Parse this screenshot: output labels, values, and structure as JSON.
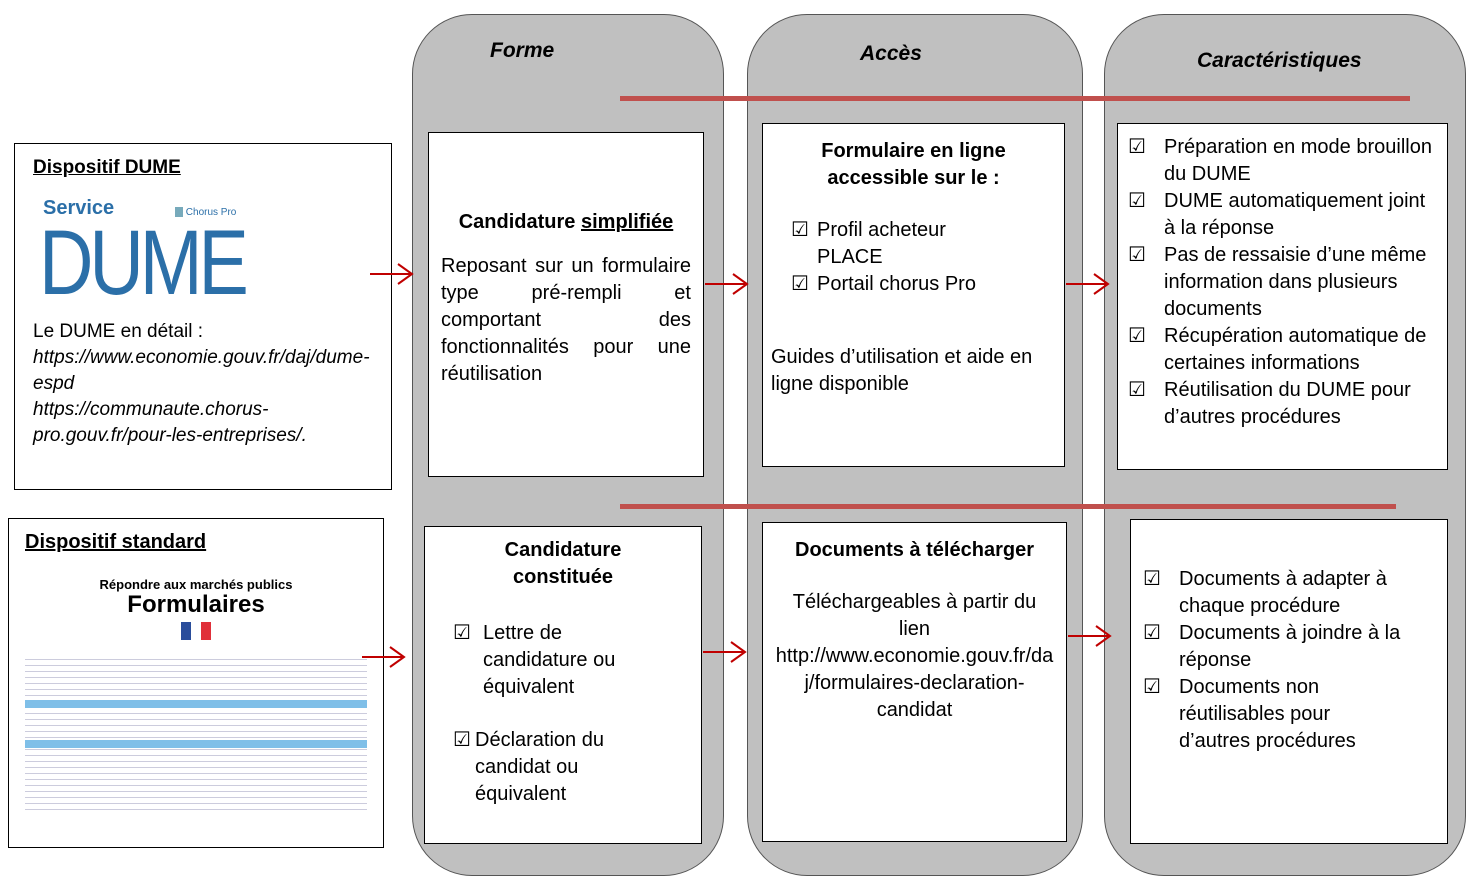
{
  "columns": {
    "forme": "Forme",
    "acces": "Accès",
    "caracteristiques": "Caractéristiques"
  },
  "dume": {
    "title": "Dispositif DUME",
    "logo_service": "Service",
    "logo_chorus": "Chorus Pro",
    "logo_dume": "DUME",
    "detail_label": "Le DUME en détail :",
    "link1": "https://www.economie.gouv.fr/daj/dume-espd",
    "link2": "https://communaute.chorus-pro.gouv.fr/pour-les-entreprises/.",
    "forme_title_prefix": "Candidature ",
    "forme_title_underlined": "simplifiée",
    "forme_text": "Reposant sur un formulaire type pré-rempli et comportant des fonctionnalités pour une réutilisation",
    "acces_title": "Formulaire en ligne accessible sur le :",
    "acces_items": [
      "Profil acheteur PLACE",
      "Portail chorus Pro"
    ],
    "acces_note": "Guides d’utilisation et aide en ligne disponible",
    "carac_items": [
      "Préparation en mode brouillon du DUME",
      "DUME automatiquement joint à la réponse",
      "Pas de ressaisie d’une même information dans plusieurs documents",
      "Récupération automatique de certaines informations",
      "Réutilisation du DUME pour d’autres procédures"
    ]
  },
  "standard": {
    "title": "Dispositif standard",
    "img_heading": "Répondre aux marchés publics",
    "img_title": "Formulaires",
    "forme_title": "Candidature constituée",
    "forme_items": [
      "Lettre de candidature ou équivalent",
      "Déclaration du candidat ou équivalent"
    ],
    "acces_title": "Documents à télécharger",
    "acces_text": "Téléchargeables à partir du lien http://www.economie.gouv.fr/daj/formulaires-declaration-candidat",
    "carac_items": [
      "Documents à adapter à chaque procédure",
      "Documents à joindre à la réponse",
      "Documents non réutilisables pour d’autres procédures"
    ]
  },
  "check_symbol": "☑",
  "colors": {
    "column_bg": "#c0c0c0",
    "red_line": "#c0504d",
    "arrow": "#c00000",
    "dume_blue": "#2b6fa8"
  }
}
